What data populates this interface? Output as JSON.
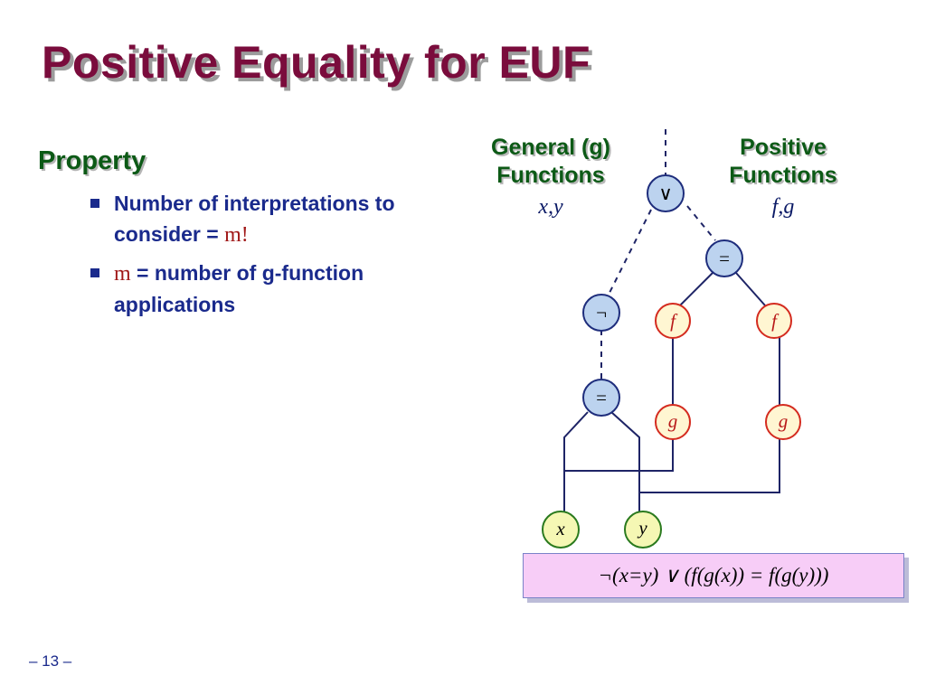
{
  "title": "Positive Equality for EUF",
  "section": "Property",
  "bullets": [
    {
      "text": "Number of interpretations to consider = ",
      "math": "m!"
    },
    {
      "math": "m",
      "text": " = number of g-function applications"
    }
  ],
  "diagram": {
    "general_label_1": "General (g)",
    "general_label_2": "Functions",
    "general_vars": "x,y",
    "positive_label_1": "Positive",
    "positive_label_2": "Functions",
    "positive_vars": "f,g",
    "nodes": {
      "or": "∨",
      "eq_top": "=",
      "not": "¬",
      "eq_left": "=",
      "f_left": "f",
      "f_right": "f",
      "g_left": "g",
      "g_right": "g",
      "x": "x",
      "y": "y"
    },
    "colors": {
      "blue_node_fill": "#bcd3ef",
      "blue_node_stroke": "#1e2d7c",
      "red_node_fill": "#fff6d2",
      "red_node_stroke": "#d42b1f",
      "green_node_fill": "#f5f7b4",
      "green_node_stroke": "#2a7a1e",
      "edge": "#1e2466"
    }
  },
  "formula": "¬(x=y) ∨ (f(g(x)) = f(g(y)))",
  "page_number": "– 13 –"
}
